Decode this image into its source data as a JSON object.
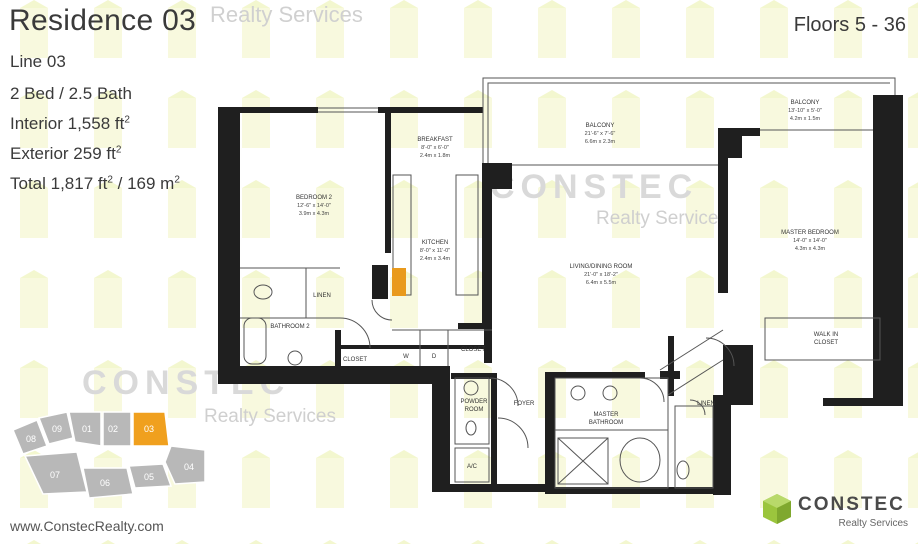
{
  "header": {
    "title": "Residence 03",
    "floors": "Floors 5 - 36",
    "line": "Line 03",
    "beds_baths": "2 Bed / 2.5 Bath",
    "interior_prefix": "Interior 1,558 ft",
    "exterior_prefix": "Exterior 259 ft",
    "total_prefix": "Total 1,817 ft",
    "total_suffix_prefix": " / 169 m",
    "superscript": "2"
  },
  "watermark": {
    "name": "CONSTEC",
    "sub": "Realty Services"
  },
  "footer": {
    "url": "www.ConstecRealty.com"
  },
  "logo": {
    "name": "CONSTEC",
    "sub": "Realty Services"
  },
  "rooms": {
    "breakfast": {
      "name": "BREAKFAST",
      "dim1": "8'-0\" x 6'-0\"",
      "dim2": "2.4m x 1.8m"
    },
    "balcony_main": {
      "name": "BALCONY",
      "dim1": "21'-6\" x 7'-6\"",
      "dim2": "6.6m x 2.3m"
    },
    "balcony_master": {
      "name": "BALCONY",
      "dim1": "13'-10\" x 5'-0\"",
      "dim2": "4.2m x 1.5m"
    },
    "bedroom2": {
      "name": "BEDROOM 2",
      "dim1": "12'-6\" x 14'-0\"",
      "dim2": "3.9m x 4.3m"
    },
    "kitchen": {
      "name": "KITCHEN",
      "dim1": "8'-0\" x 11'-0\"",
      "dim2": "2.4m x 3.4m"
    },
    "living": {
      "name": "LIVING/DINING ROOM",
      "dim1": "21'-0\" x 18'-2\"",
      "dim2": "6.4m x 5.5m"
    },
    "master_bed": {
      "name": "MASTER BEDROOM",
      "dim1": "14'-0\" x 14'-0\"",
      "dim2": "4.3m x 4.3m"
    },
    "walkin": {
      "name": "WALK IN",
      "name2": "CLOSET"
    },
    "linen1": "LINEN",
    "bath2": "BATHROOM 2",
    "closet1": "CLOSET",
    "w": "W",
    "d": "D",
    "closet2": "CLOSET",
    "powder": {
      "name": "POWDER",
      "name2": "ROOM"
    },
    "foyer": "FOYER",
    "ac": "A/C",
    "master_bath": {
      "name": "MASTER",
      "name2": "BATHROOM"
    },
    "linen2": "LINEN"
  },
  "keyplan": {
    "units": [
      "08",
      "09",
      "01",
      "02",
      "03",
      "04",
      "05",
      "06",
      "07"
    ],
    "highlight": "03",
    "highlight_color": "#f0a01e",
    "unit_color": "#b8b8b8"
  },
  "colors": {
    "wall": "#1f1f1f",
    "watermark_yellow": "#f2f5c8",
    "logo_green": "#9bc53d"
  }
}
